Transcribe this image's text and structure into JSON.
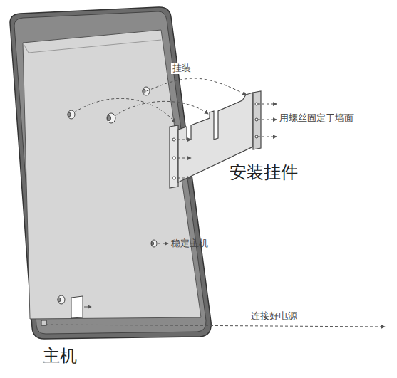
{
  "diagram": {
    "nodes": [
      {
        "text": [
          "主机"
        ]
      },
      {
        "text": [
          "安装挂件"
        ]
      }
    ],
    "edges": [
      {
        "from": 0,
        "to": 1,
        "arrow": "to",
        "label": "挂装"
      }
    ],
    "labels": [
      "用螺丝固定于墙面",
      "稳定主机",
      "连接好电源"
    ]
  }
}
